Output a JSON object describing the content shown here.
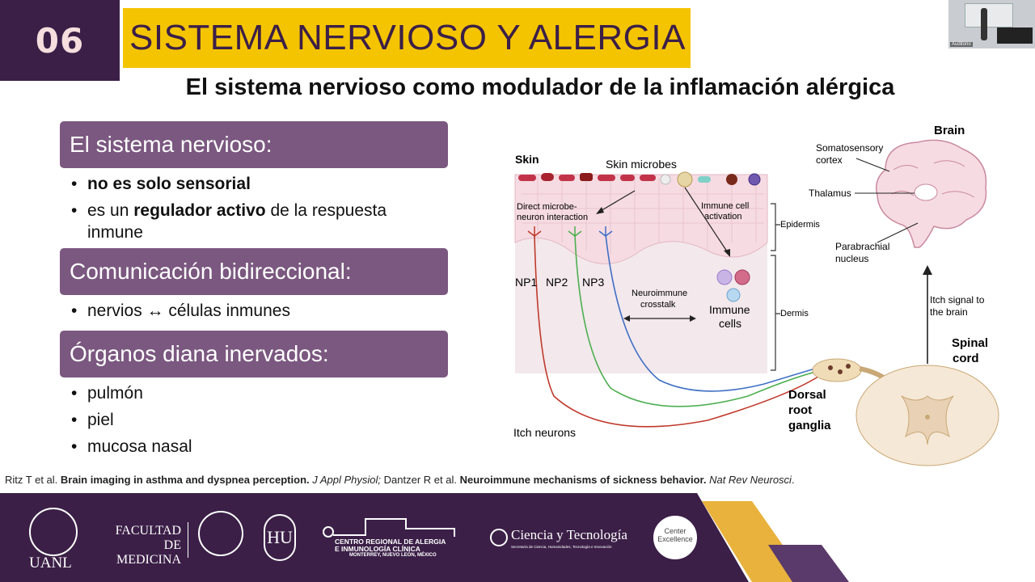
{
  "slide": {
    "number": "06",
    "title": "SISTEMA NERVIOSO Y ALERGIA",
    "subtitle": "El sistema nervioso como modulador de la inflamación alérgica"
  },
  "video": {
    "label": "Auditorio"
  },
  "sections": [
    {
      "header": "El sistema nervioso:",
      "bullets": [
        {
          "bold": "no es solo sensorial",
          "pre": "",
          "post": ""
        },
        {
          "pre": "es un ",
          "bold": "regulador activo",
          "post": " de la respuesta",
          "line2": "inmune"
        }
      ]
    },
    {
      "header": "Comunicación bidireccional:",
      "bullets": [
        {
          "text": "nervios ↔ células inmunes"
        }
      ]
    },
    {
      "header": "Órganos diana inervados:",
      "bullets": [
        {
          "text": "pulmón"
        },
        {
          "text": "piel"
        },
        {
          "text": "mucosa nasal"
        }
      ]
    }
  ],
  "diagram": {
    "skin": "Skin",
    "skin_microbes": "Skin microbes",
    "direct_1": "Direct microbe-",
    "direct_2": "neuron interaction",
    "immune_act_1": "Immune cell",
    "immune_act_2": "activation",
    "epidermis": "Epidermis",
    "dermis": "Dermis",
    "np1": "NP1",
    "np2": "NP2",
    "np3": "NP3",
    "crosstalk_1": "Neuroimmune",
    "crosstalk_2": "crosstalk",
    "immune_cells_1": "Immune",
    "immune_cells_2": "cells",
    "itch_neurons": "Itch neurons",
    "drg_1": "Dorsal",
    "drg_2": "root",
    "drg_3": "ganglia",
    "spinal_1": "Spinal",
    "spinal_2": "cord",
    "itch_signal_1": "Itch signal to",
    "itch_signal_2": "the brain",
    "brain": "Brain",
    "somato_1": "Somatosensory",
    "somato_2": "cortex",
    "thalamus": "Thalamus",
    "parabrachial_1": "Parabrachial",
    "parabrachial_2": "nucleus"
  },
  "citation": {
    "a1": "Ritz T et al. ",
    "a2": "Brain imaging in asthma and dyspnea perception.",
    "a3": " J Appl Physiol;",
    "a4": " Dantzer R et al. ",
    "a5": "Neuroimmune mechanisms of sickness behavior.",
    "a6": " Nat Rev Neurosci",
    "a7": "."
  },
  "footer": {
    "uanl": "UANL",
    "facultad": "FACULTAD",
    "de_medicina": "DE MEDICINA",
    "hu": "HU",
    "crai_1": "CENTRO REGIONAL DE ALERGIA",
    "crai_2": "E INMUNOLOGÍA CLÍNICA",
    "crai_3": "MONTERREY, NUEVO LEÓN, MÉXICO",
    "cyt": "Ciencia y Tecnología",
    "cyt_sub": "Secretaría de Ciencia, Humanidades, Tecnología e Innovación",
    "ce_1": "Center",
    "ce_2": "Excellence"
  },
  "colors": {
    "purple_dark": "#3b1f47",
    "purple_section": "#7b5880",
    "yellow": "#f5c400",
    "gold": "#e8b23c",
    "np1": "#c0392b",
    "np2": "#4caf50",
    "np3": "#3f6fc4"
  }
}
